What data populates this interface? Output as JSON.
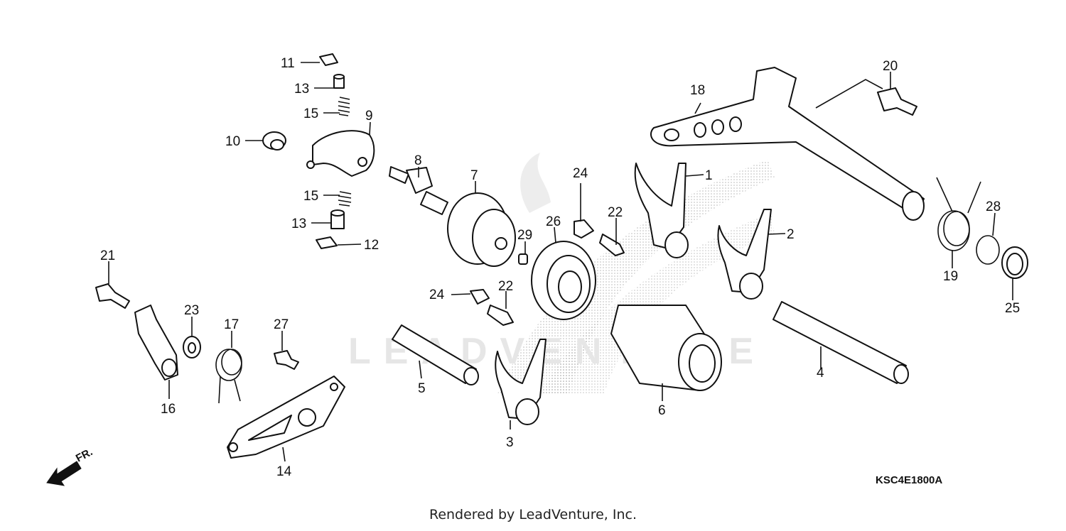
{
  "diagram": {
    "callouts": [
      "1",
      "2",
      "3",
      "4",
      "5",
      "6",
      "7",
      "8",
      "9",
      "10",
      "11",
      "12",
      "13",
      "13",
      "14",
      "15",
      "15",
      "16",
      "17",
      "18",
      "19",
      "20",
      "21",
      "22",
      "22",
      "23",
      "24",
      "24",
      "25",
      "26",
      "27",
      "28",
      "29"
    ],
    "diagram_code": "KSC4E1800A",
    "front_arrow_label": "FR.",
    "watermark_text": "LEADVENTURE",
    "footer_text": "Rendered by LeadVenture, Inc.",
    "colors": {
      "ink": "#111111",
      "watermark": "#d9d9d9",
      "background": "#ffffff"
    }
  }
}
